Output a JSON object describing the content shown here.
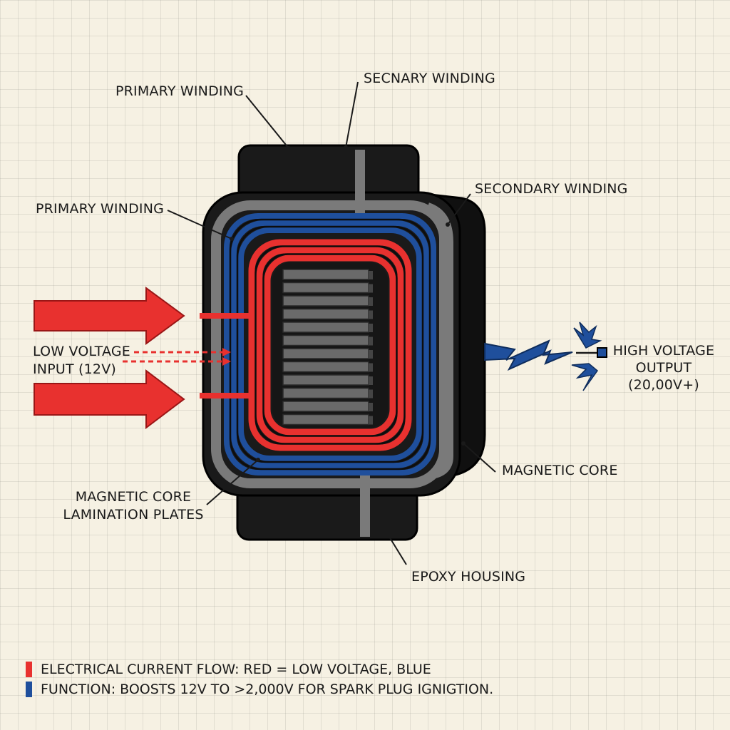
{
  "labels": {
    "primary_winding_top": "PRIMARY WINDING",
    "secondary_winding_top": "SECNARY WINDING",
    "secondary_winding_right": "SECONDARY WINDING",
    "primary_winding_left": "PRIMARY WINDING",
    "low_voltage_line1": "LOW VOLTAGE",
    "low_voltage_line2": "INPUT (12V)",
    "high_voltage_line1": "HIGH VOLTAGE",
    "high_voltage_line2": "OUTPUT",
    "high_voltage_line3": "(20,00V+)",
    "magnetic_core": "MAGNETIC CORE",
    "lamination_line1": "MAGNETIC CORE",
    "lamination_line2": "LAMINATION PLATES",
    "epoxy_housing": "EPOXY HOUSING"
  },
  "legend": {
    "line1": "ELECTRICAL CURRENT FLOW: RED = LOW VOLTAGE, BLUE",
    "line2": "FUNCTION: BOOSTS 12V TO >2,000V FOR SPARK PLUG IGNIGTION."
  },
  "colors": {
    "low_voltage": "#e8312f",
    "high_voltage": "#1f4f9c",
    "housing": "#141414",
    "core": "#6a6a6a"
  }
}
